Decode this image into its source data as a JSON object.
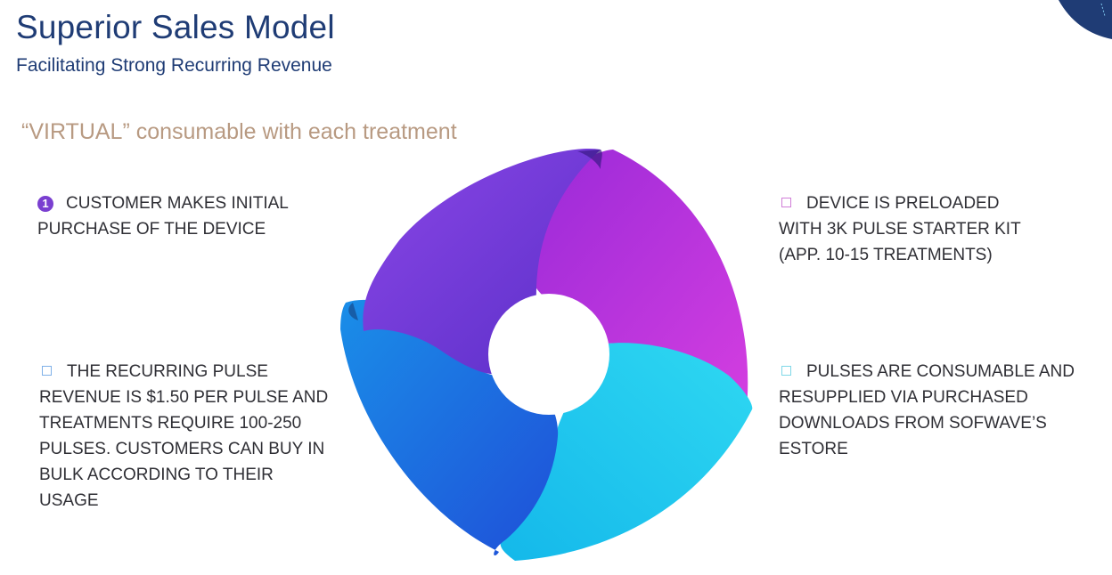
{
  "header": {
    "title": "Superior Sales Model",
    "subtitle": "Facilitating Strong Recurring Revenue"
  },
  "tagline": "“VIRTUAL”  consumable with each treatment",
  "steps": [
    {
      "marker": "1",
      "line1": "CUSTOMER MAKES INITIAL",
      "line2": "PURCHASE OF THE DEVICE",
      "color": "#7a3fd0"
    },
    {
      "line1": "DEVICE IS PRELOADED",
      "line2": "WITH 3K PULSE STARTER KIT",
      "line3": "(APP. 10-15 TREATMENTS)",
      "color": "#d07ed8"
    },
    {
      "line1": "PULSES ARE CONSUMABLE AND",
      "line2": "RESUPPLIED VIA PURCHASED",
      "line3": "DOWNLOADS FROM SOFWAVE’S",
      "line4": "ESTORE",
      "color": "#7fd8e8"
    },
    {
      "line1": "THE RECURRING PULSE",
      "line2": "REVENUE IS $1.50 PER PULSE AND",
      "line3": "TREATMENTS REQUIRE 100-250",
      "line4": "PULSES. CUSTOMERS CAN BUY IN",
      "line5": "BULK ACCORDING TO THEIR",
      "line6": "USAGE",
      "color": "#7fb0e8"
    }
  ],
  "colors": {
    "title": "#1f3c75",
    "tagline": "#b89a82",
    "segment_purple": "#6a3ad6",
    "segment_magenta": "#c33ad8",
    "segment_cyan": "#22c8ec",
    "segment_blue": "#1f5fdc",
    "corner": "#1f3c75"
  }
}
